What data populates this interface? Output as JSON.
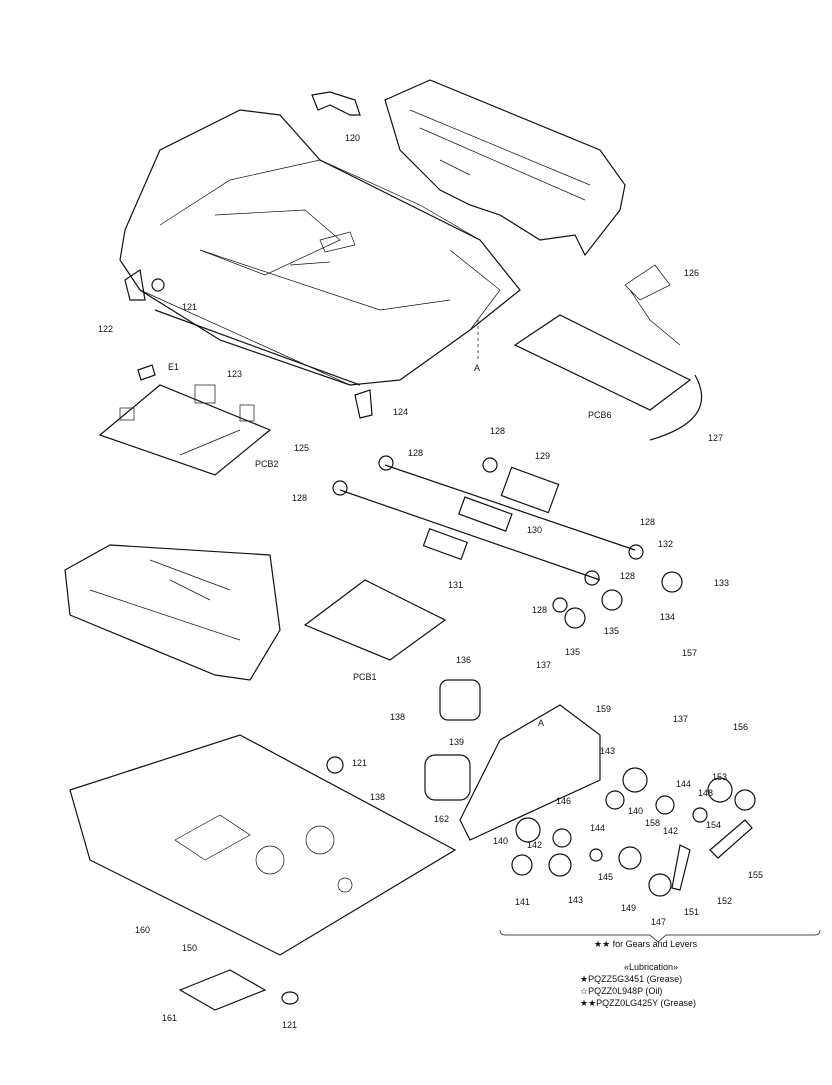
{
  "part_labels": {
    "p120": "120",
    "p121a": "121",
    "p121b": "121",
    "p121c": "121",
    "p122": "122",
    "p123": "123",
    "p124": "124",
    "p125": "125",
    "p126": "126",
    "p127": "127",
    "p128a": "128",
    "p128b": "128",
    "p128c": "128",
    "p128d": "128",
    "p128e": "128",
    "p128f": "128",
    "p129": "129",
    "p130": "130",
    "p131": "131",
    "p132": "132",
    "p133": "133",
    "p134": "134",
    "p135a": "135",
    "p135b": "135",
    "p136": "136",
    "p137a": "137",
    "p137b": "137",
    "p138a": "138",
    "p138b": "138",
    "p139": "139",
    "p140a": "140",
    "p140b": "140",
    "p141": "141",
    "p142a": "142",
    "p142b": "142",
    "p143a": "143",
    "p143b": "143",
    "p144a": "144",
    "p144b": "144",
    "p145": "145",
    "p146": "146",
    "p147": "147",
    "p148": "148",
    "p149": "149",
    "p150": "150",
    "p151": "151",
    "p152": "152",
    "p153": "153",
    "p154": "154",
    "p155": "155",
    "p156": "156",
    "p157": "157",
    "p158": "158",
    "p159": "159",
    "p160": "160",
    "p161": "161",
    "p162": "162",
    "e1": "E1",
    "pcb1": "PCB1",
    "pcb2": "PCB2",
    "pcb6": "PCB6",
    "a1": "A",
    "a2": "A"
  },
  "notes": {
    "gears": "★★ for Gears and Levers",
    "lubrication_title": "«Lubrication»",
    "lub1": "★PQZZ5G3451 (Grease)",
    "lub2": "☆PQZZ0L948P (Oil)",
    "lub3": "★★PQZZ0LG425Y (Grease)"
  }
}
